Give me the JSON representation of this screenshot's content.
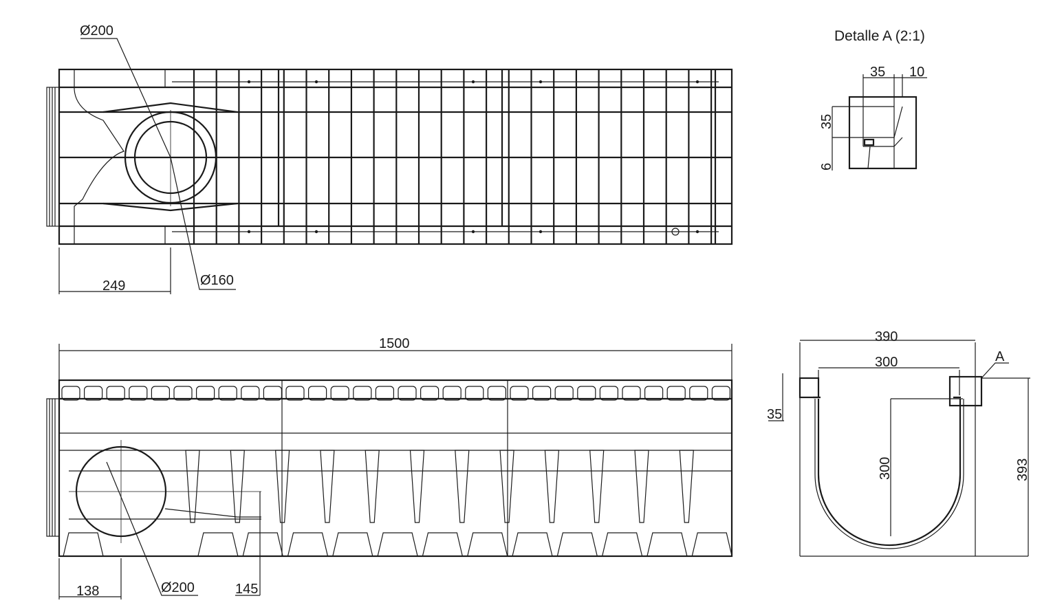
{
  "detail_title": "Detalle A (2:1)",
  "dims": {
    "top_large_diameter": "Ø200",
    "top_small_diameter": "Ø160",
    "top_offset": "249",
    "overall_length": "1500",
    "side_offset": "138",
    "side_diameter": "Ø200",
    "side_height": "145",
    "section_outer_width": "390",
    "section_inner_width": "300",
    "section_inner_depth": "300",
    "section_total_height": "393",
    "section_flange": "35",
    "section_marker": "A",
    "detail_w1": "35",
    "detail_w2": "10",
    "detail_h1": "35",
    "detail_h2": "6"
  }
}
